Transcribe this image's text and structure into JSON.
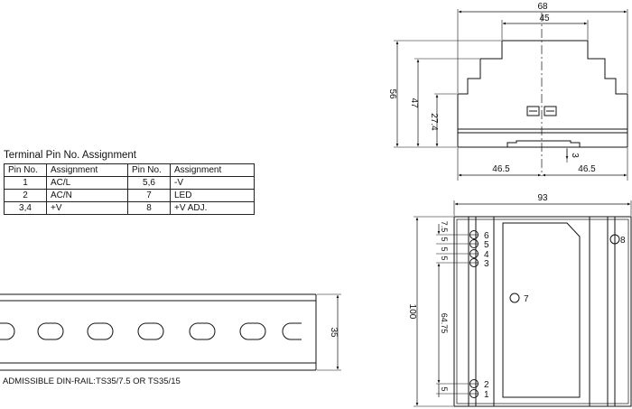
{
  "pin_table": {
    "title": "Terminal Pin No.  Assignment",
    "headers": [
      "Pin No.",
      "Assignment",
      "Pin No.",
      "Assignment"
    ],
    "rows": [
      [
        "1",
        "AC/L",
        "5,6",
        "-V"
      ],
      [
        "2",
        "AC/N",
        "7",
        "LED"
      ],
      [
        "3,4",
        "+V",
        "8",
        "+V ADJ."
      ]
    ]
  },
  "din_rail": {
    "caption": "ADMISSIBLE DIN-RAIL:TS35/7.5 OR TS35/15",
    "height_dim": "35"
  },
  "side_view": {
    "dims": {
      "total_width": "68",
      "top_width": "45",
      "total_height": "56",
      "mid_height": "47",
      "base_height": "27.4",
      "clip_depth": "3",
      "left_half": "46.5",
      "right_half": "46.5"
    }
  },
  "front_view": {
    "dims": {
      "width": "93",
      "height": "100",
      "pitch_1": "7.5",
      "pitch_2": "5",
      "pitch_3": "5",
      "pitch_4": "5",
      "terminal_span": "64.75",
      "pitch_bottom": "5"
    },
    "pin_labels": [
      "6",
      "5",
      "4",
      "3",
      "2",
      "1",
      "7",
      "8"
    ]
  }
}
